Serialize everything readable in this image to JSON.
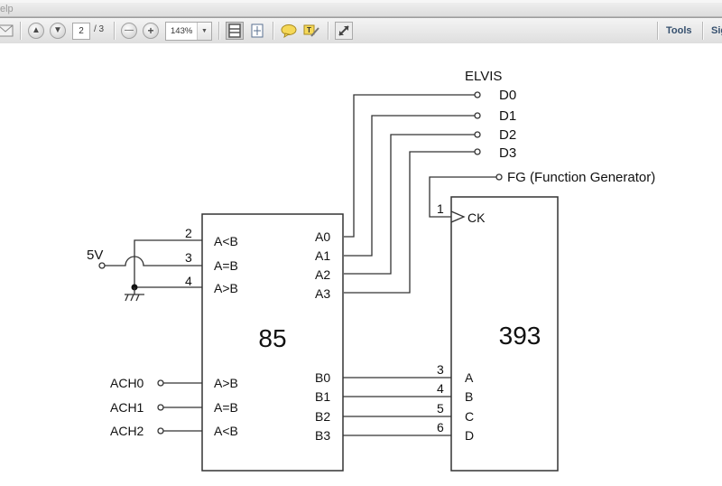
{
  "window": {
    "menu_fragment": "elp"
  },
  "toolbar": {
    "email_icon": "envelope-icon",
    "prev_page_icon": "arrow-up-icon",
    "next_page_icon": "arrow-down-icon",
    "current_page": "2",
    "total_pages": "/ 3",
    "zoom_out_icon": "minus-icon",
    "zoom_in_icon": "plus-icon",
    "zoom_level": "143%",
    "zoom_dropdown_icon": "chevron-down-icon",
    "fit_page_icon": "fit-page-icon",
    "fit_width_icon": "fit-width-icon",
    "comment_icon": "speech-bubble-icon",
    "highlight_icon": "text-highlight-icon",
    "fullscreen_icon": "expand-icon",
    "tools_label": "Tools",
    "sign_label": "Sig"
  },
  "schematic": {
    "elvis_title": "ELVIS",
    "elvis_outputs": [
      "D0",
      "D1",
      "D2",
      "D3"
    ],
    "fg_label": "FG (Function Generator)",
    "supply_label": "5V",
    "chip_85": {
      "name": "85",
      "left_top_pins": [
        {
          "num": "2",
          "label": "A<B"
        },
        {
          "num": "3",
          "label": "A=B"
        },
        {
          "num": "4",
          "label": "A>B"
        }
      ],
      "left_bottom_pins": [
        {
          "input": "ACH0",
          "label": "A>B"
        },
        {
          "input": "ACH1",
          "label": "A=B"
        },
        {
          "input": "ACH2",
          "label": "A<B"
        }
      ],
      "right_top_pins": [
        "A0",
        "A1",
        "A2",
        "A3"
      ],
      "right_bottom_pins": [
        "B0",
        "B1",
        "B2",
        "B3"
      ]
    },
    "chip_393": {
      "name": "393",
      "clock_pin": {
        "num": "1",
        "label": "CK"
      },
      "outputs": [
        {
          "num": "3",
          "label": "A"
        },
        {
          "num": "4",
          "label": "B"
        },
        {
          "num": "5",
          "label": "C"
        },
        {
          "num": "6",
          "label": "D"
        }
      ]
    }
  }
}
